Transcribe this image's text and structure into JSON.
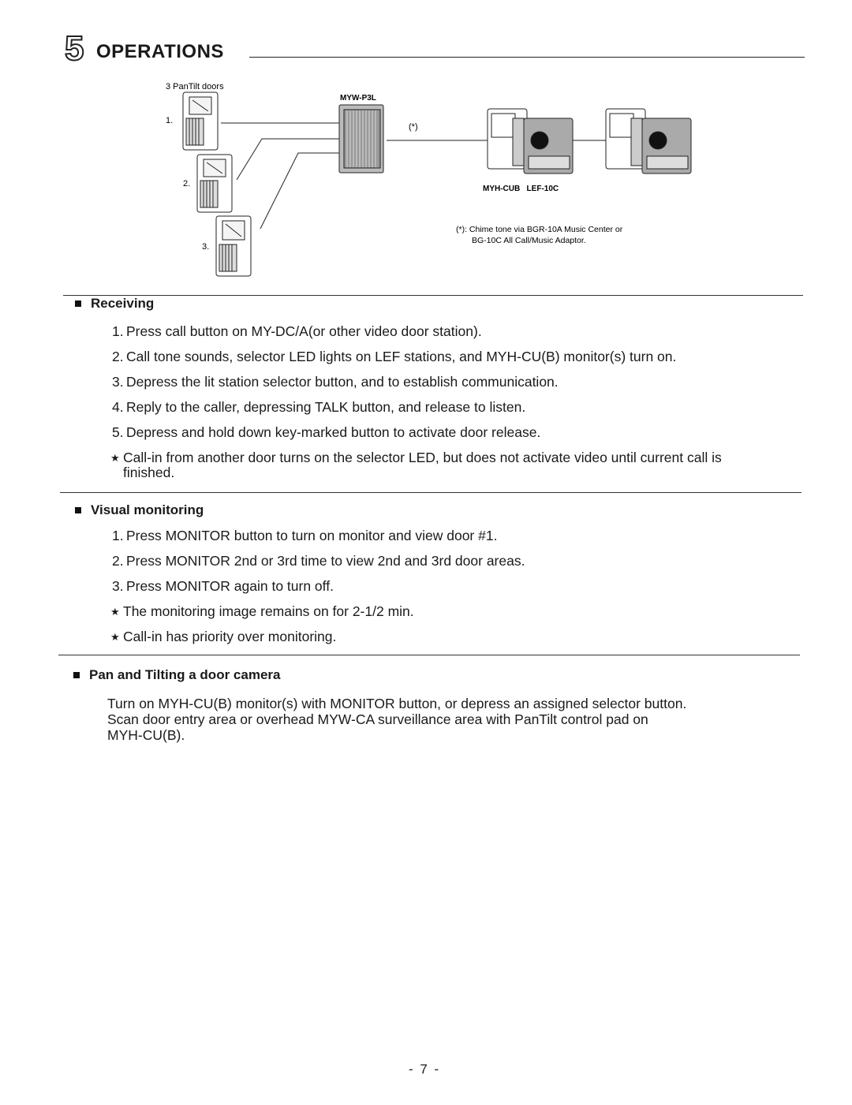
{
  "header": {
    "number": "5",
    "title": "OPERATIONS"
  },
  "diagram": {
    "doors_label": "3 PanTilt doors",
    "door_numbers": [
      "1.",
      "2.",
      "3."
    ],
    "adaptor_label": "MYW-P3L",
    "asterisk": "(*)",
    "monitor_labels": "MYH-CUB   LEF-10C",
    "footnote_line1": "(*): Chime tone via BGR-10A Music Center or",
    "footnote_line2": "BG-10C All Call/Music Adaptor."
  },
  "sections": {
    "receiving": {
      "title": "Receiving",
      "items": [
        "Press call button on MY-DC/A(or other video door station).",
        "Call tone sounds, selector LED lights on LEF stations, and MYH-CU(B) monitor(s) turn on.",
        "Depress the lit station selector button, and to establish communication.",
        "Reply to the caller, depressing TALK button, and release to listen.",
        "Depress and hold down key-marked button to activate door release."
      ],
      "numbers": [
        "1.",
        "2.",
        "3.",
        "4.",
        "5."
      ],
      "note_line1": "Call-in from another door turns on the selector LED, but does not activate video until current call is",
      "note_line2": "finished."
    },
    "visual": {
      "title": "Visual monitoring",
      "items": [
        "Press MONITOR button to turn on monitor and view door #1.",
        "Press MONITOR 2nd or 3rd time to view 2nd and 3rd door areas.",
        "Press MONITOR again to turn off."
      ],
      "numbers": [
        "1.",
        "2.",
        "3."
      ],
      "notes": [
        "The monitoring image remains on for 2-1/2 min.",
        "Call-in has priority over monitoring."
      ]
    },
    "pan": {
      "title": "Pan and Tilting a door camera",
      "line1": "Turn on MYH-CU(B) monitor(s) with MONITOR button, or depress an assigned selector button.",
      "line2": "Scan door entry area or overhead MYW-CA surveillance area with PanTilt control pad on",
      "line3": "MYH-CU(B)."
    }
  },
  "footer": {
    "page_number": "- 7 -"
  },
  "star_symbol": "★"
}
